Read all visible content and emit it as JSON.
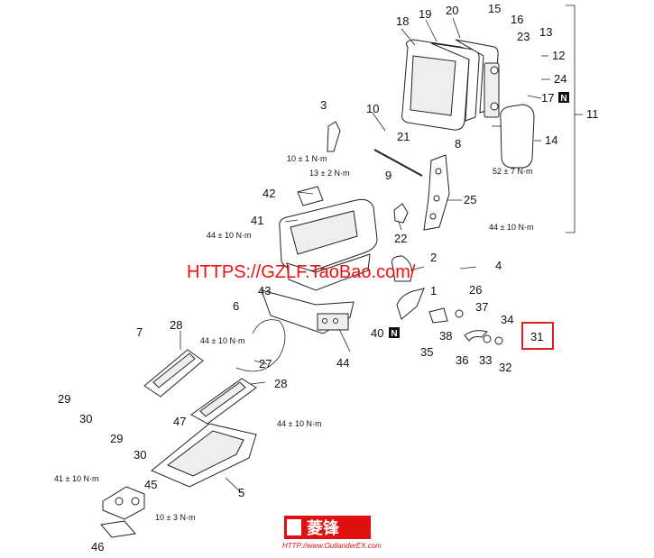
{
  "callouts": {
    "c1": "1",
    "c2": "2",
    "c3": "3",
    "c4": "4",
    "c5": "5",
    "c6": "6",
    "c7": "7",
    "c8": "8",
    "c9": "9",
    "c10": "10",
    "c11": "11",
    "c12": "12",
    "c13": "13",
    "c14": "14",
    "c15": "15",
    "c16": "16",
    "c17": "17",
    "c18": "18",
    "c19": "19",
    "c20": "20",
    "c21": "21",
    "c22": "22",
    "c23": "23",
    "c24": "24",
    "c25": "25",
    "c26": "26",
    "c27": "27",
    "c28a": "28",
    "c28b": "28",
    "c29a": "29",
    "c29b": "29",
    "c30a": "30",
    "c30b": "30",
    "c31": "31",
    "c32": "32",
    "c33": "33",
    "c34": "34",
    "c35": "35",
    "c36": "36",
    "c37": "37",
    "c38": "38",
    "c40": "40",
    "c41": "41",
    "c42": "42",
    "c43": "43",
    "c44": "44",
    "c45": "45",
    "c46": "46",
    "c47": "47"
  },
  "torques": {
    "t10": "10 ± 1 N·m",
    "t13": "13 ± 2 N·m",
    "t52": "52 ± 7 N·m",
    "t44a": "44 ± 10 N·m",
    "t44b": "44 ± 10 N·m",
    "t44c": "44 ± 10 N·m",
    "t44d": "44 ± 10 N·m",
    "t41": "41 ± 10 N·m",
    "t10b": "10 ± 3 N·m"
  },
  "n_badge": "N",
  "highlight_label": "31",
  "watermark": {
    "url": "HTTPS://GZLF.TaoBao.com/",
    "logo_text": "菱锋",
    "logo_url": "HTTP://www.OutlanderEX.com"
  },
  "colors": {
    "highlight": "#e02020",
    "watermark": "#e01010"
  }
}
